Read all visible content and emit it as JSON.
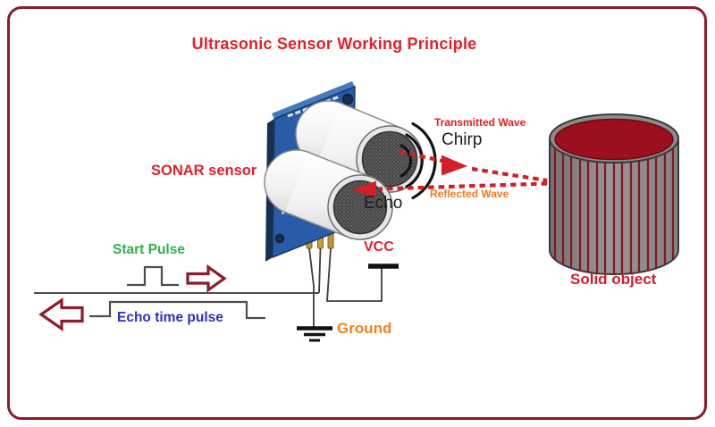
{
  "title": "Ultrasonic Sensor Working Principle",
  "sensor": {
    "label": "SONAR sensor",
    "transmit_label": "Chirp",
    "receive_label": "Echo"
  },
  "waves": {
    "transmitted_label": "Transmitted Wave",
    "reflected_label": "Reflected Wave"
  },
  "target": {
    "label": "Solid object"
  },
  "signals": {
    "start_pulse_label": "Start Pulse",
    "echo_time_pulse_label": "Echo time pulse"
  },
  "power": {
    "vcc_label": "VCC",
    "ground_label": "Ground"
  },
  "colors": {
    "title_red": "#e3202a",
    "border_dark_red": "#8e1b2d",
    "dashed_arrow_red": "#d41f26",
    "reflected_orange": "#f47920",
    "ground_orange": "#f58220",
    "start_pulse_green": "#2eb24c",
    "echo_pulse_blue": "#2c2fc5",
    "solid_object_label_red": "#cf1f2e",
    "pcb_blue": "#2a5ba8",
    "cylinder_gray": "#8f8c8e",
    "cylinder_stripe_red": "#8c1320",
    "waveform_gray": "#4d4d4d"
  }
}
